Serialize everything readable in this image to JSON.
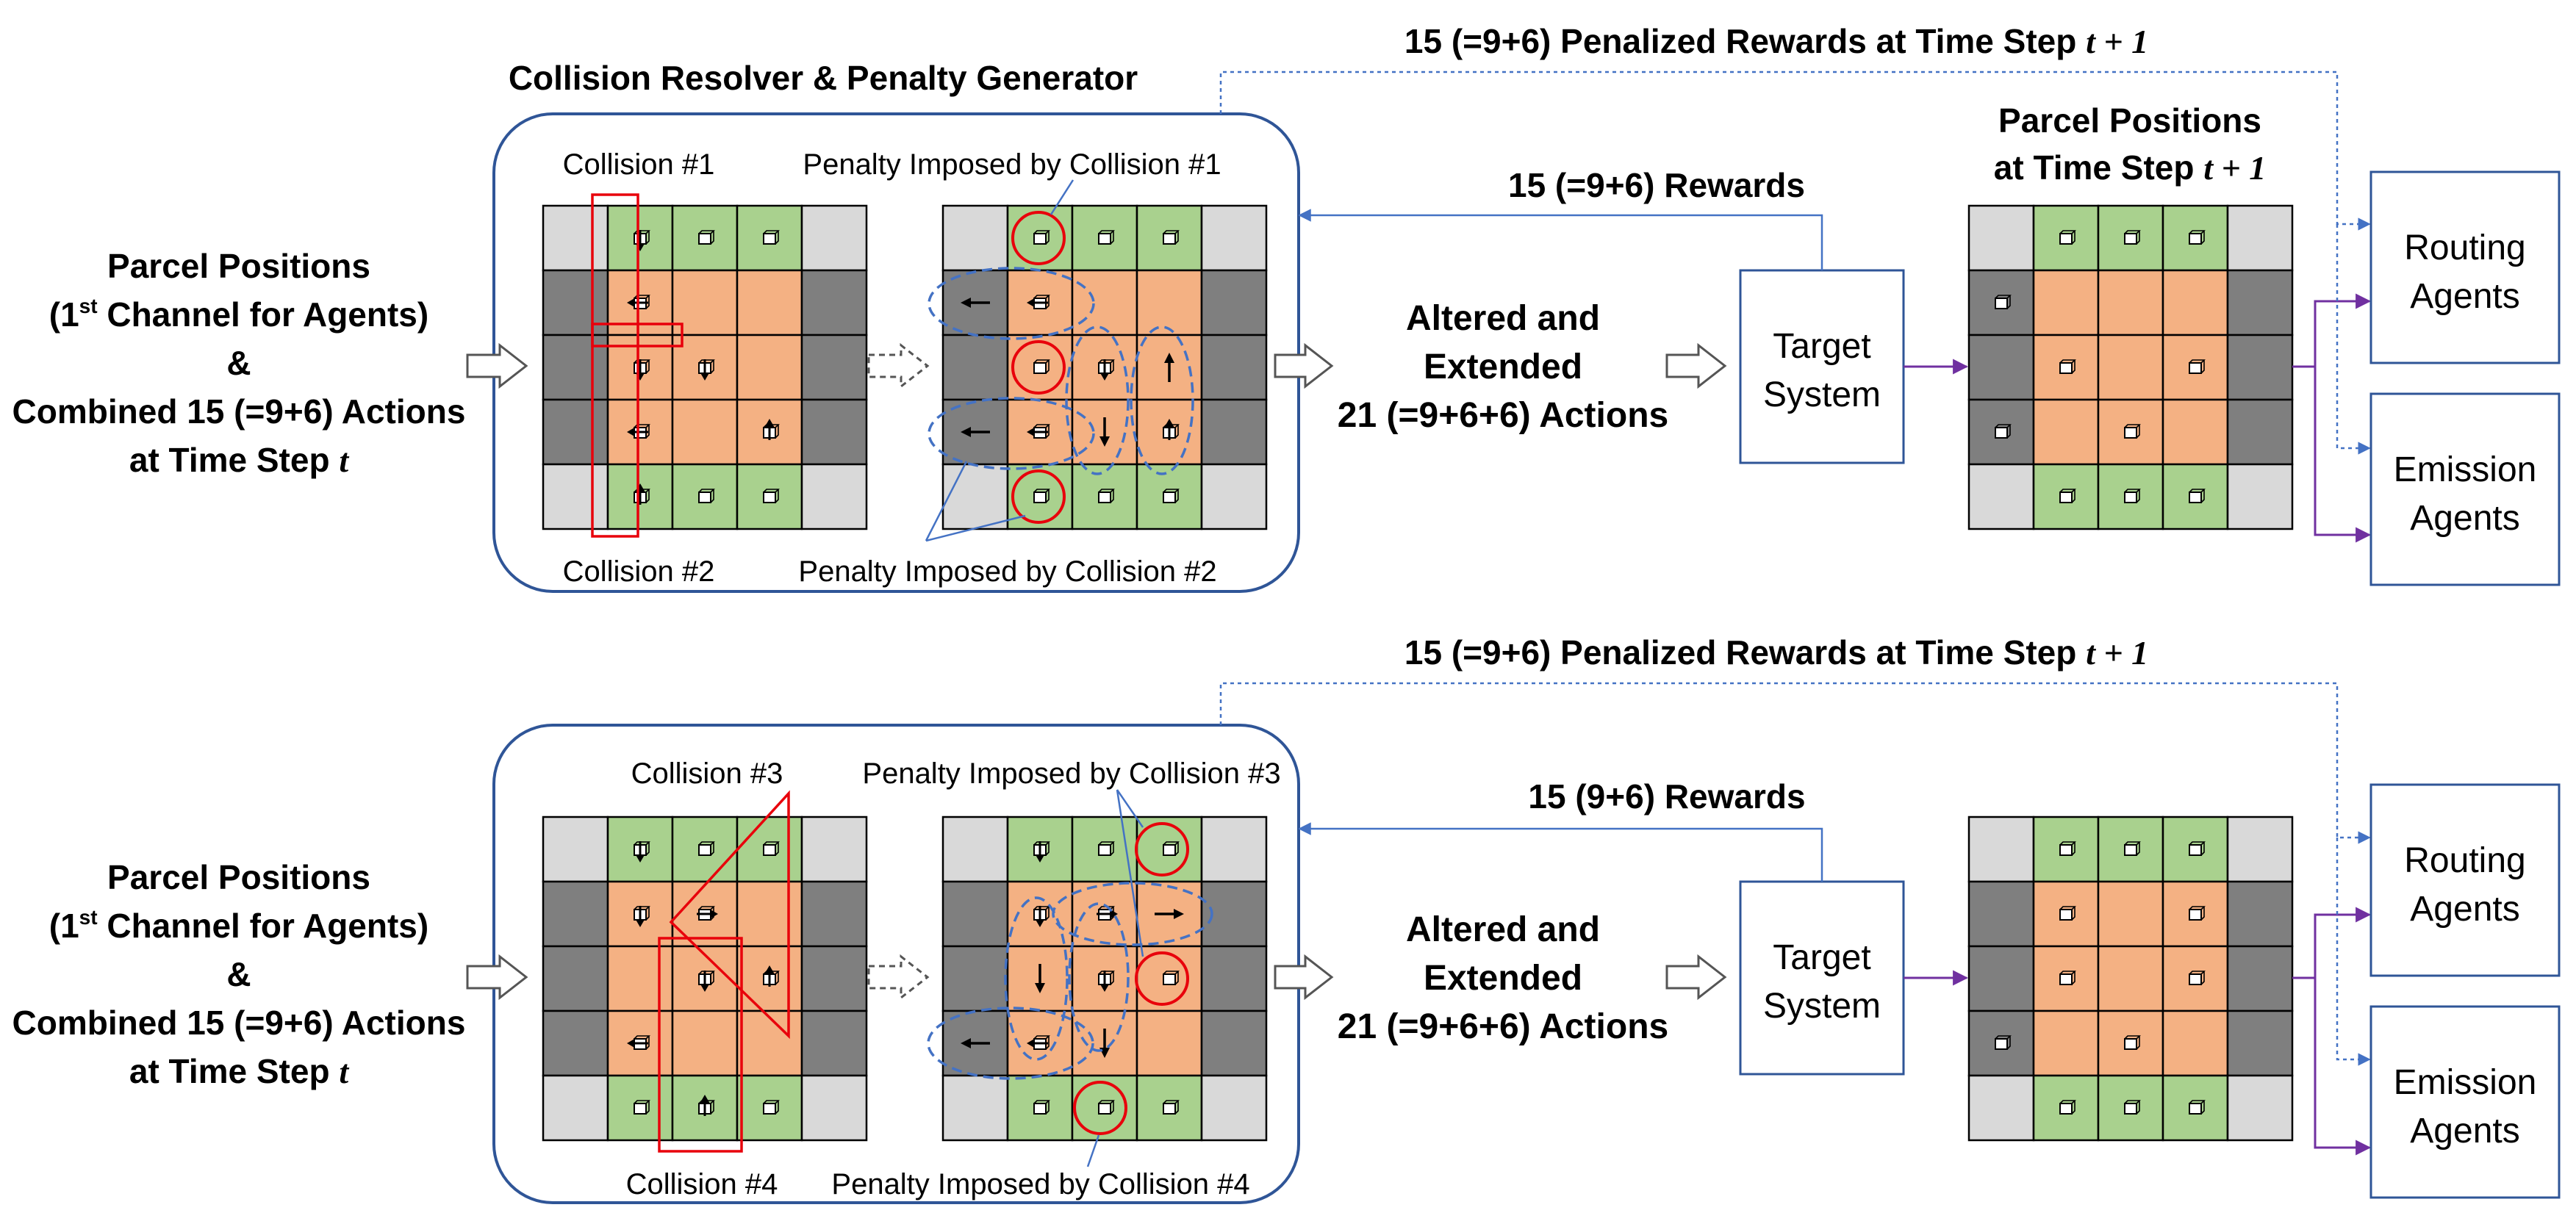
{
  "title": "Collision Resolver & Penalty Generator",
  "colors": {
    "corner": "#d9d9d9",
    "lane": "#7f7f7f",
    "emit": "#a9d18e",
    "inner": "#f4b183",
    "grid_line": "#000000",
    "panel_border": "#2f5597",
    "box_border": "#2f5597",
    "collision_red": "#e8000b",
    "penalty_blue": "#4472c4",
    "agent_purple": "#7030a0"
  },
  "left_input": {
    "line1": "Parcel Positions",
    "line2_a": "(1",
    "line2_sup": "st",
    "line2_b": " Channel for Agents)",
    "line3": "&",
    "line4": "Combined 15 (=9+6) Actions",
    "line5_a": "at Time Step ",
    "line5_var": "t"
  },
  "middle_output": {
    "line1": "Altered and",
    "line2": "Extended",
    "line3": "21 (=9+6+6) Actions"
  },
  "target_system": {
    "line1": "Target",
    "line2": "System"
  },
  "routing_agents": {
    "line1": "Routing",
    "line2": "Agents"
  },
  "emission_agents": {
    "line1": "Emission",
    "line2": "Agents"
  },
  "parcel_next": {
    "line1": "Parcel Positions",
    "line2_a": "at Time Step ",
    "line2_var": "t + 1"
  },
  "top": {
    "penalized_a": "15 (=9+6) Penalized Rewards at Time Step ",
    "penalized_var": "t + 1",
    "rewards": "15 (=9+6) Rewards",
    "collision_a": "Collision #1",
    "collision_b": "Collision #2",
    "penalty_a": "Penalty Imposed by Collision #1",
    "penalty_b": "Penalty Imposed by Collision #2"
  },
  "bottom": {
    "penalized_a": "15 (=9+6) Penalized Rewards at Time Step ",
    "penalized_var": "t + 1",
    "rewards": "15 (9+6) Rewards",
    "collision_a": "Collision #3",
    "collision_b": "Collision #4",
    "penalty_a": "Penalty Imposed by Collision #3",
    "penalty_b": "Penalty Imposed by Collision #4"
  },
  "grid_layout": {
    "rows": [
      [
        "corner",
        "emit",
        "emit",
        "emit",
        "corner"
      ],
      [
        "lane",
        "inner",
        "inner",
        "inner",
        "lane"
      ],
      [
        "lane",
        "inner",
        "inner",
        "inner",
        "lane"
      ],
      [
        "lane",
        "inner",
        "inner",
        "inner",
        "lane"
      ],
      [
        "corner",
        "emit",
        "emit",
        "emit",
        "corner"
      ]
    ]
  },
  "grids": {
    "top_before": [
      {
        "r": 0,
        "c": 1,
        "t": "down"
      },
      {
        "r": 0,
        "c": 2,
        "t": "box"
      },
      {
        "r": 0,
        "c": 3,
        "t": "box"
      },
      {
        "r": 1,
        "c": 1,
        "t": "left"
      },
      {
        "r": 2,
        "c": 1,
        "t": "down"
      },
      {
        "r": 2,
        "c": 2,
        "t": "down"
      },
      {
        "r": 3,
        "c": 1,
        "t": "left"
      },
      {
        "r": 3,
        "c": 3,
        "t": "up"
      },
      {
        "r": 4,
        "c": 1,
        "t": "up"
      },
      {
        "r": 4,
        "c": 2,
        "t": "box"
      },
      {
        "r": 4,
        "c": 3,
        "t": "box"
      }
    ],
    "top_after": [
      {
        "r": 0,
        "c": 1,
        "t": "box"
      },
      {
        "r": 0,
        "c": 2,
        "t": "box"
      },
      {
        "r": 0,
        "c": 3,
        "t": "box"
      },
      {
        "r": 1,
        "c": 0,
        "t": "arrow-left"
      },
      {
        "r": 1,
        "c": 1,
        "t": "left"
      },
      {
        "r": 2,
        "c": 1,
        "t": "box"
      },
      {
        "r": 2,
        "c": 2,
        "t": "down"
      },
      {
        "r": 2,
        "c": 3,
        "t": "arrow-up"
      },
      {
        "r": 3,
        "c": 0,
        "t": "arrow-left"
      },
      {
        "r": 3,
        "c": 1,
        "t": "left"
      },
      {
        "r": 3,
        "c": 2,
        "t": "arrow-down"
      },
      {
        "r": 3,
        "c": 3,
        "t": "up"
      },
      {
        "r": 4,
        "c": 1,
        "t": "box"
      },
      {
        "r": 4,
        "c": 2,
        "t": "box"
      },
      {
        "r": 4,
        "c": 3,
        "t": "box"
      }
    ],
    "top_next": [
      {
        "r": 0,
        "c": 1,
        "t": "box"
      },
      {
        "r": 0,
        "c": 2,
        "t": "box"
      },
      {
        "r": 0,
        "c": 3,
        "t": "box"
      },
      {
        "r": 1,
        "c": 0,
        "t": "box"
      },
      {
        "r": 2,
        "c": 1,
        "t": "box"
      },
      {
        "r": 2,
        "c": 3,
        "t": "box"
      },
      {
        "r": 3,
        "c": 0,
        "t": "box"
      },
      {
        "r": 3,
        "c": 2,
        "t": "box"
      },
      {
        "r": 4,
        "c": 1,
        "t": "box"
      },
      {
        "r": 4,
        "c": 2,
        "t": "box"
      },
      {
        "r": 4,
        "c": 3,
        "t": "box"
      }
    ],
    "bottom_before": [
      {
        "r": 0,
        "c": 1,
        "t": "down"
      },
      {
        "r": 0,
        "c": 2,
        "t": "box"
      },
      {
        "r": 0,
        "c": 3,
        "t": "box"
      },
      {
        "r": 1,
        "c": 1,
        "t": "down"
      },
      {
        "r": 1,
        "c": 2,
        "t": "right"
      },
      {
        "r": 2,
        "c": 2,
        "t": "down"
      },
      {
        "r": 2,
        "c": 3,
        "t": "up"
      },
      {
        "r": 3,
        "c": 1,
        "t": "left"
      },
      {
        "r": 4,
        "c": 1,
        "t": "box"
      },
      {
        "r": 4,
        "c": 2,
        "t": "up"
      },
      {
        "r": 4,
        "c": 3,
        "t": "box"
      }
    ],
    "bottom_after": [
      {
        "r": 0,
        "c": 1,
        "t": "down"
      },
      {
        "r": 0,
        "c": 2,
        "t": "box"
      },
      {
        "r": 0,
        "c": 3,
        "t": "box"
      },
      {
        "r": 1,
        "c": 1,
        "t": "down"
      },
      {
        "r": 1,
        "c": 2,
        "t": "right"
      },
      {
        "r": 1,
        "c": 3,
        "t": "arrow-right"
      },
      {
        "r": 2,
        "c": 1,
        "t": "arrow-down"
      },
      {
        "r": 2,
        "c": 2,
        "t": "down"
      },
      {
        "r": 2,
        "c": 3,
        "t": "box"
      },
      {
        "r": 3,
        "c": 0,
        "t": "arrow-left"
      },
      {
        "r": 3,
        "c": 1,
        "t": "left"
      },
      {
        "r": 3,
        "c": 2,
        "t": "arrow-down"
      },
      {
        "r": 4,
        "c": 1,
        "t": "box"
      },
      {
        "r": 4,
        "c": 2,
        "t": "box"
      },
      {
        "r": 4,
        "c": 3,
        "t": "box"
      }
    ],
    "bottom_next": [
      {
        "r": 0,
        "c": 1,
        "t": "box"
      },
      {
        "r": 0,
        "c": 2,
        "t": "box"
      },
      {
        "r": 0,
        "c": 3,
        "t": "box"
      },
      {
        "r": 1,
        "c": 1,
        "t": "box"
      },
      {
        "r": 1,
        "c": 3,
        "t": "box"
      },
      {
        "r": 2,
        "c": 1,
        "t": "box"
      },
      {
        "r": 2,
        "c": 3,
        "t": "box"
      },
      {
        "r": 3,
        "c": 0,
        "t": "box"
      },
      {
        "r": 3,
        "c": 2,
        "t": "box"
      },
      {
        "r": 4,
        "c": 1,
        "t": "box"
      },
      {
        "r": 4,
        "c": 2,
        "t": "box"
      },
      {
        "r": 4,
        "c": 3,
        "t": "box"
      }
    ]
  }
}
